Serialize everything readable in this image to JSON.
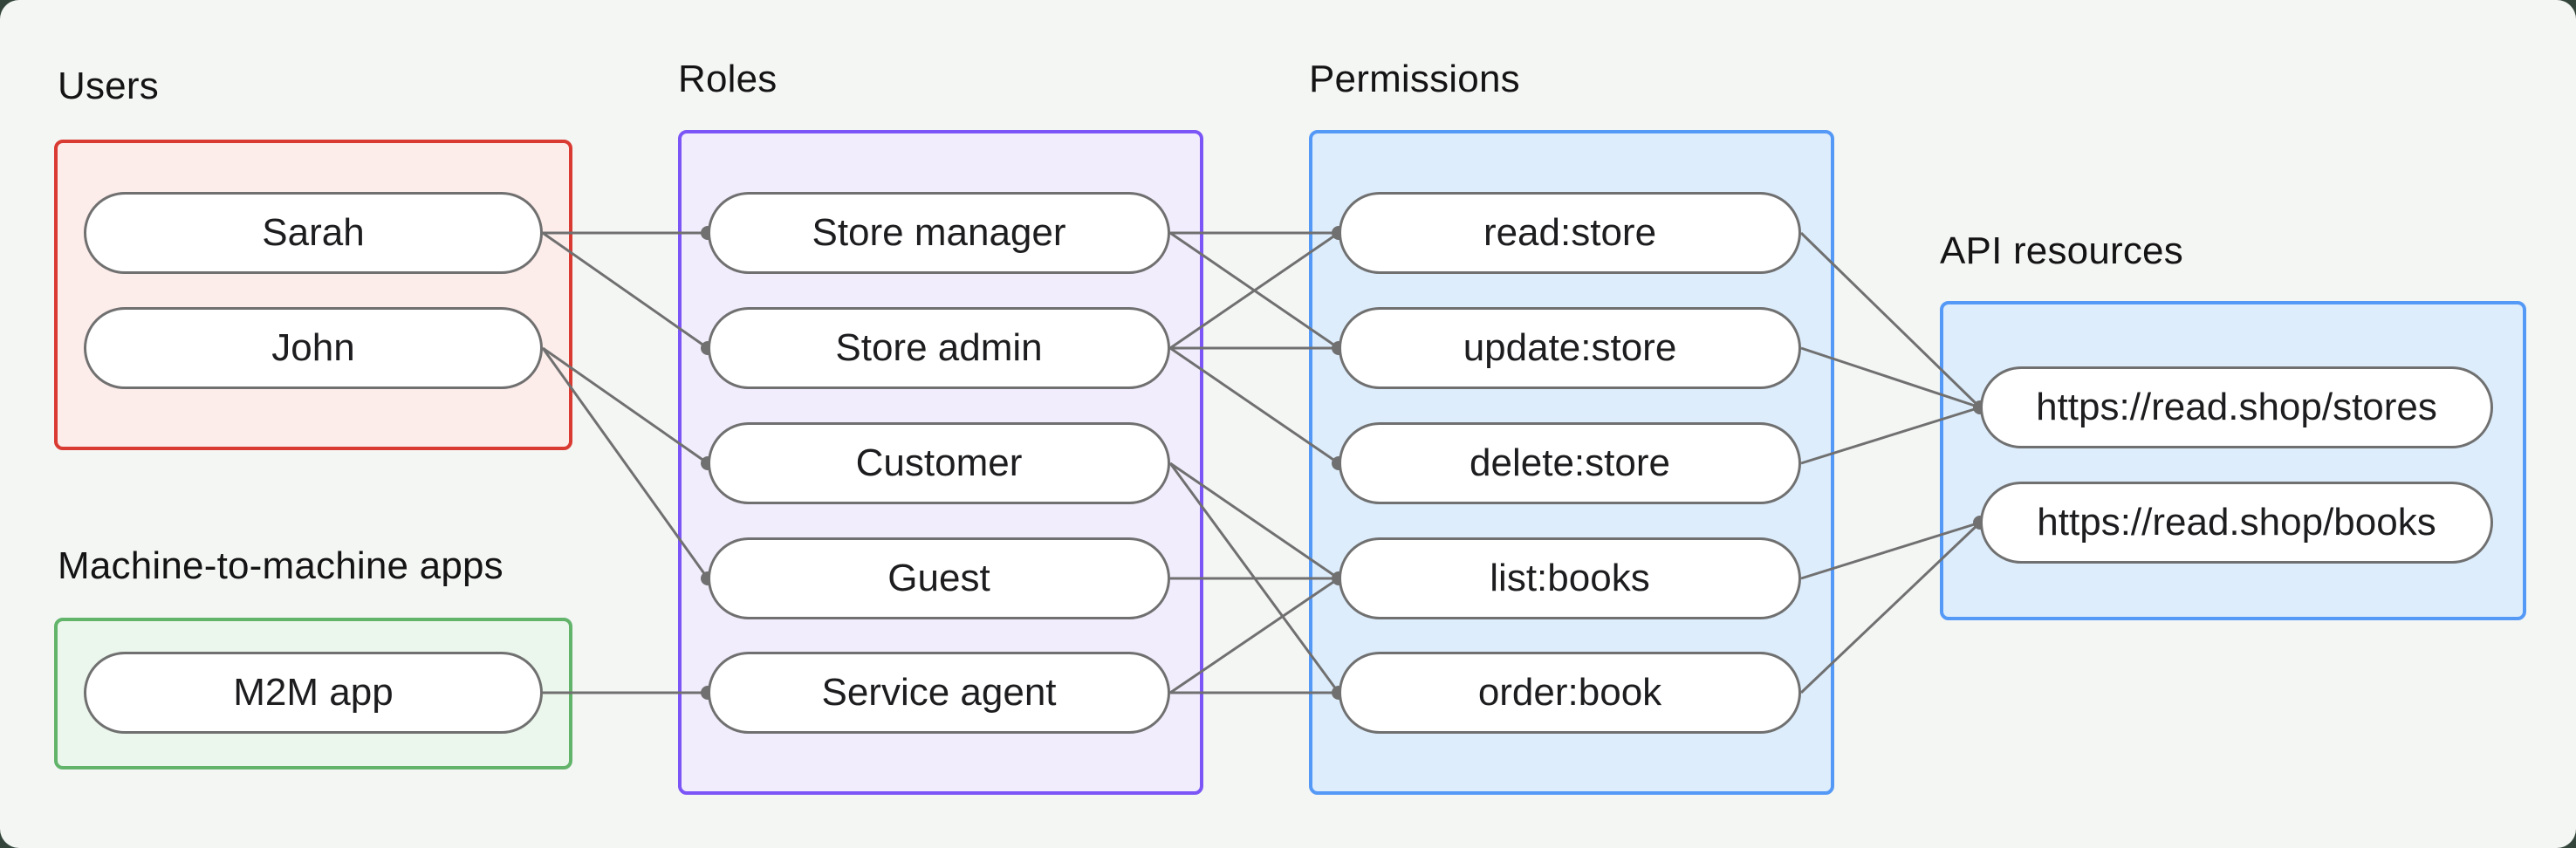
{
  "canvas": {
    "background_color": "#f4f6f4",
    "outside_background_color": "#34463b"
  },
  "groups": [
    {
      "id": "users",
      "label": "Users",
      "border_color": "#d93a32",
      "fill_color": "#fcecea"
    },
    {
      "id": "m2m",
      "label": "Machine-to-machine apps",
      "border_color": "#62b46b",
      "fill_color": "#ebf6ec"
    },
    {
      "id": "roles",
      "label": "Roles",
      "border_color": "#7b55f6",
      "fill_color": "#f2edfd"
    },
    {
      "id": "permissions",
      "label": "Permissions",
      "border_color": "#5599f6",
      "fill_color": "#ddedfc"
    },
    {
      "id": "api",
      "label": "API resources",
      "border_color": "#5599f6",
      "fill_color": "#ddedfc"
    }
  ],
  "nodes": {
    "sarah": "Sarah",
    "john": "John",
    "m2m_app": "M2M app",
    "store_manager": "Store manager",
    "store_admin": "Store admin",
    "customer": "Customer",
    "guest": "Guest",
    "service_agent": "Service agent",
    "read_store": "read:store",
    "update_store": "update:store",
    "delete_store": "delete:store",
    "list_books": "list:books",
    "order_book": "order:book",
    "api_stores": "https://read.shop/stores",
    "api_books": "https://read.shop/books"
  },
  "edges": [
    [
      "sarah",
      "store_manager"
    ],
    [
      "sarah",
      "store_admin"
    ],
    [
      "john",
      "customer"
    ],
    [
      "john",
      "guest"
    ],
    [
      "m2m_app",
      "service_agent"
    ],
    [
      "store_manager",
      "read_store"
    ],
    [
      "store_manager",
      "update_store"
    ],
    [
      "store_admin",
      "read_store"
    ],
    [
      "store_admin",
      "update_store"
    ],
    [
      "store_admin",
      "delete_store"
    ],
    [
      "customer",
      "list_books"
    ],
    [
      "customer",
      "order_book"
    ],
    [
      "guest",
      "list_books"
    ],
    [
      "service_agent",
      "list_books"
    ],
    [
      "service_agent",
      "order_book"
    ],
    [
      "read_store",
      "api_stores"
    ],
    [
      "update_store",
      "api_stores"
    ],
    [
      "delete_store",
      "api_stores"
    ],
    [
      "list_books",
      "api_books"
    ],
    [
      "order_book",
      "api_books"
    ]
  ],
  "edge_style": {
    "line_color": "#707070",
    "line_width": 3,
    "dot_radius": 8,
    "dot_color": "#707070"
  }
}
